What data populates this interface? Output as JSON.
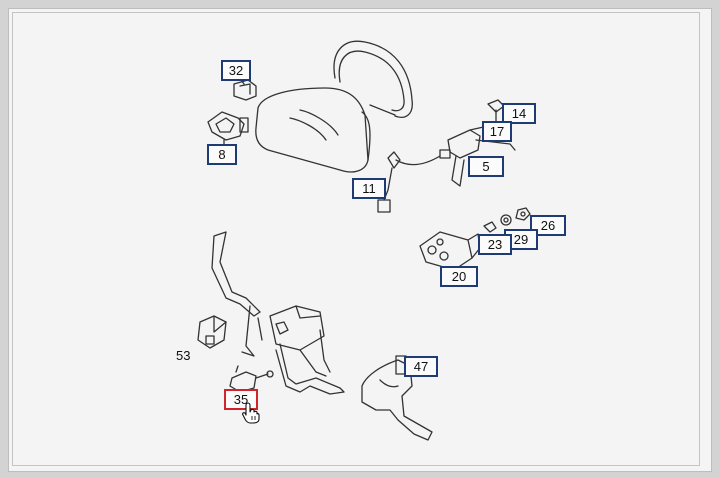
{
  "diagram": {
    "callouts": [
      {
        "id": "32",
        "label": "32"
      },
      {
        "id": "8",
        "label": "8"
      },
      {
        "id": "14",
        "label": "14"
      },
      {
        "id": "17",
        "label": "17"
      },
      {
        "id": "5",
        "label": "5"
      },
      {
        "id": "11",
        "label": "11"
      },
      {
        "id": "26",
        "label": "26"
      },
      {
        "id": "29",
        "label": "29"
      },
      {
        "id": "23",
        "label": "23"
      },
      {
        "id": "20",
        "label": "20"
      },
      {
        "id": "47",
        "label": "47"
      },
      {
        "id": "35",
        "label": "35"
      }
    ],
    "plain_labels": [
      {
        "id": "53",
        "label": "53"
      }
    ],
    "selected_callout": "35",
    "colors": {
      "callout_border": "#1f3b73",
      "selected_border": "#d2232a",
      "line_art": "#333333"
    },
    "cursor_icon": "hand-pointer-icon"
  }
}
